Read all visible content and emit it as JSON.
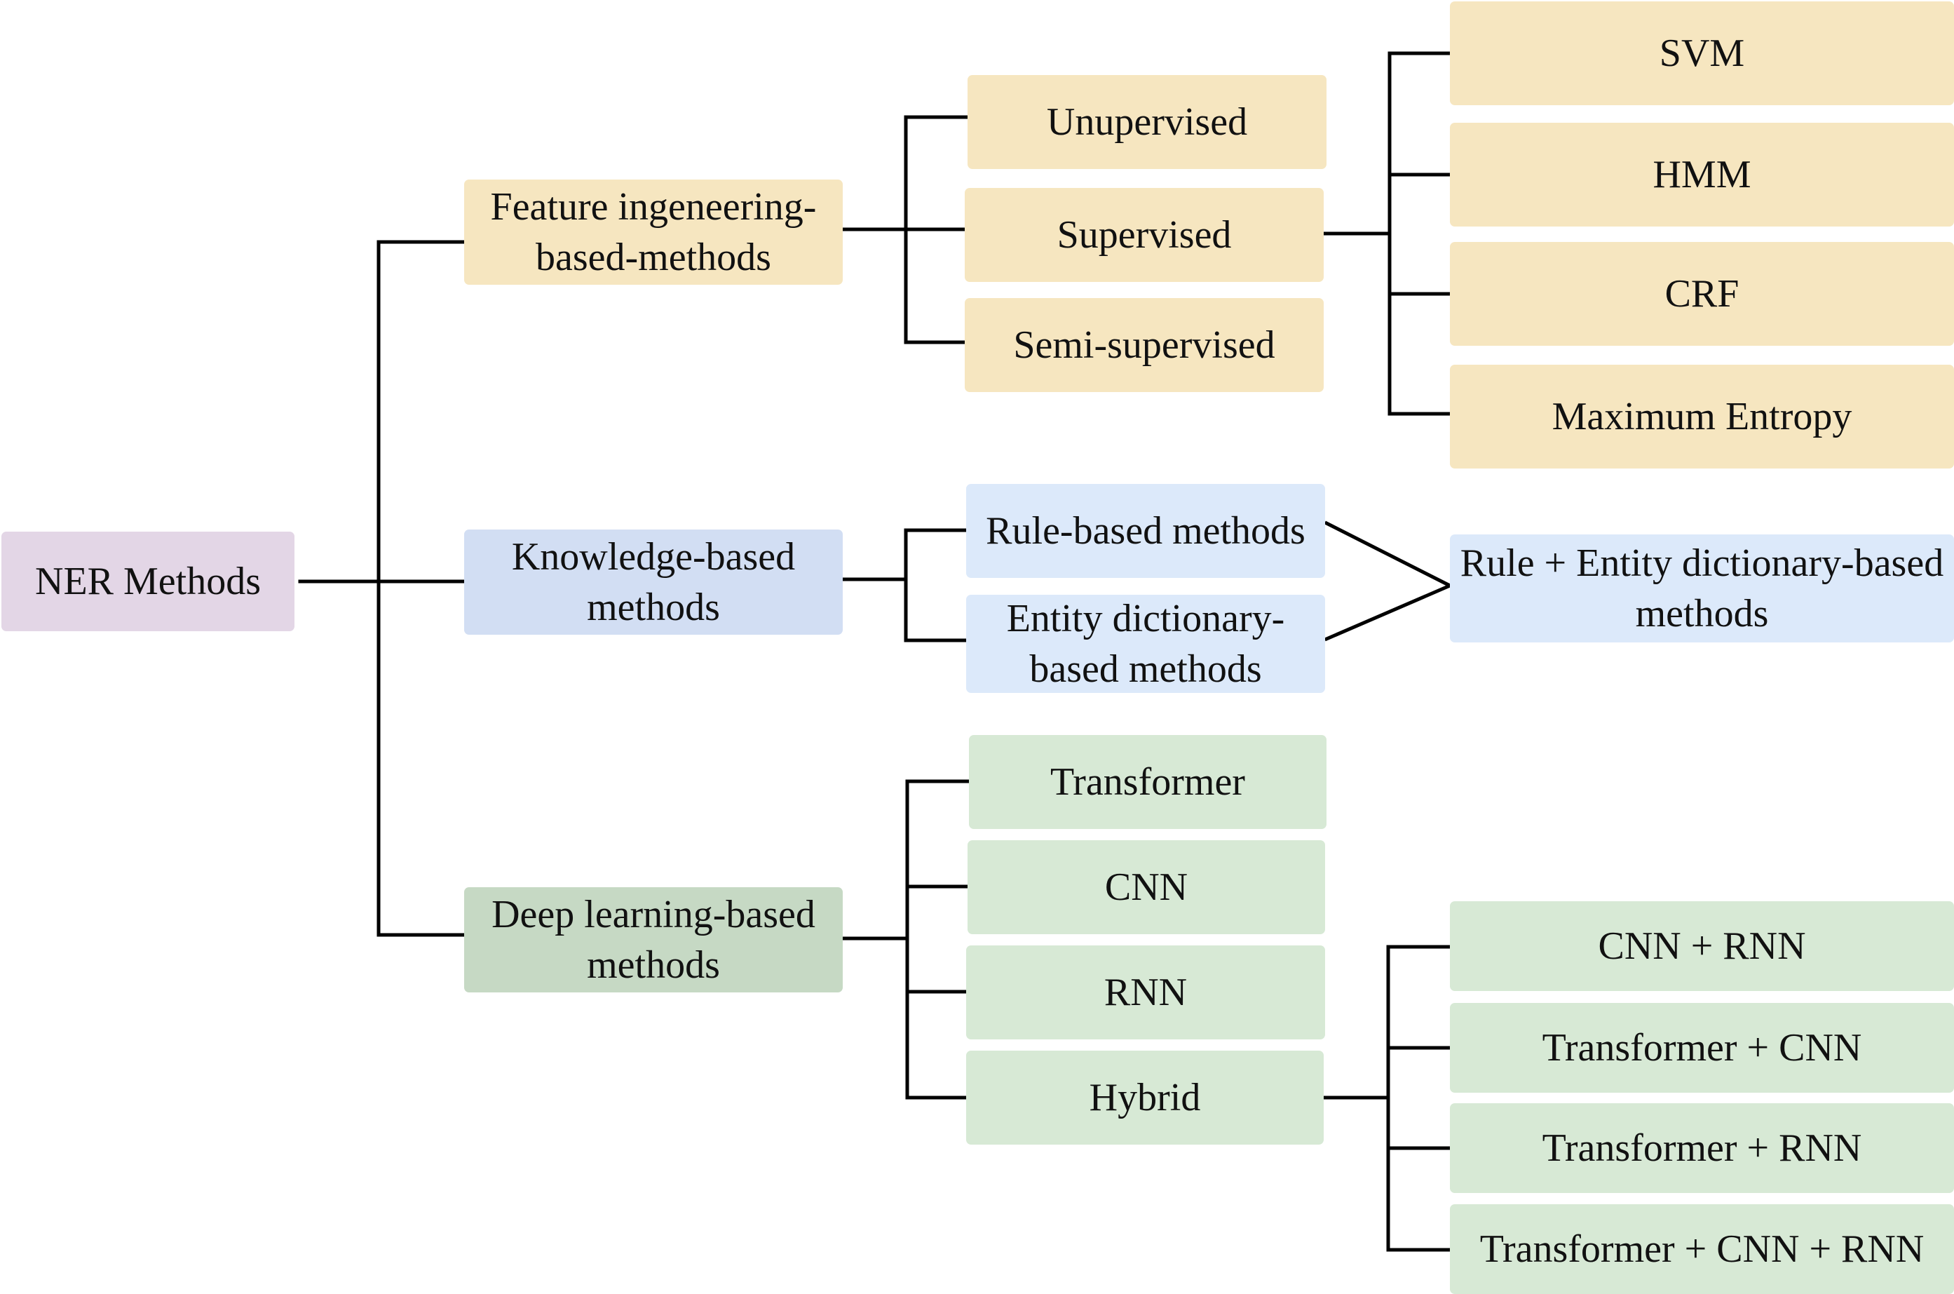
{
  "root": {
    "label": "NER Methods",
    "color": "#e3d6e6"
  },
  "branches": {
    "feature": {
      "label": "Feature ingeneering-based-methods",
      "color": "#f6e6c0",
      "children": [
        "Unupervised",
        "Supervised",
        "Semi-supervised"
      ],
      "supervised_models": [
        "SVM",
        "HMM",
        "CRF",
        "Maximum Entropy"
      ]
    },
    "knowledge": {
      "label": "Knowledge-based methods",
      "color": "#d2def3",
      "children": [
        "Rule-based methods",
        "Entity dictionary-based methods"
      ],
      "combined": "Rule + Entity dictionary-based methods"
    },
    "deep": {
      "label": "Deep learning-based methods",
      "color": "#c6d9c4",
      "children": [
        "Transformer",
        "CNN",
        "RNN",
        "Hybrid"
      ],
      "hybrid_models": [
        "CNN + RNN",
        "Transformer + CNN",
        "Transformer + RNN",
        "Transformer + CNN + RNN"
      ]
    }
  }
}
